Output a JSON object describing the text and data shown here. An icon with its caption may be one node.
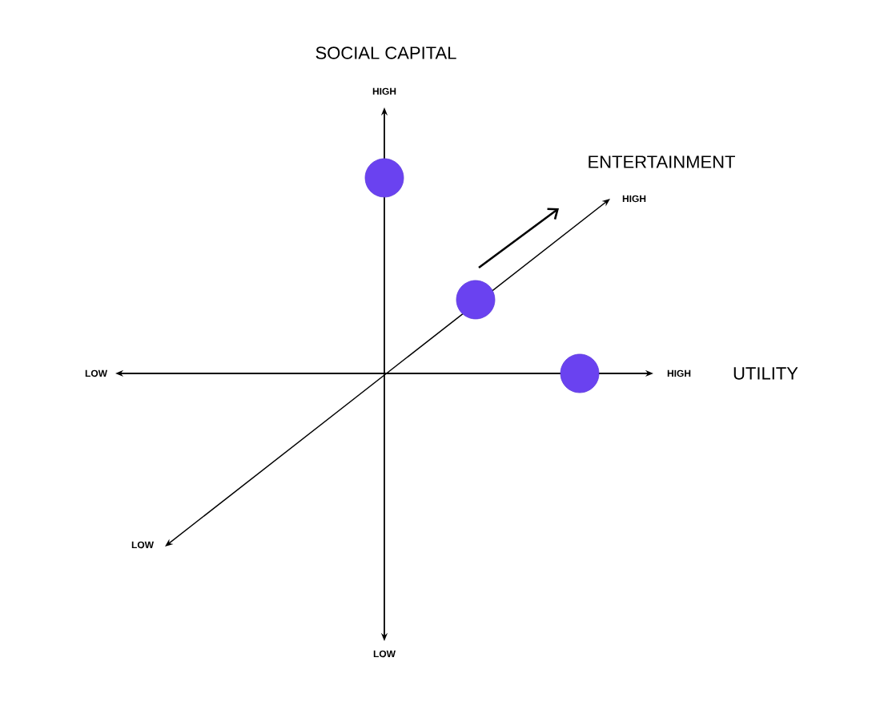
{
  "diagram": {
    "nodes": [
      {
        "text": [],
        "shape": "circle"
      },
      {
        "text": [],
        "shape": "circle"
      },
      {
        "text": [],
        "shape": "circle"
      }
    ],
    "edges": [],
    "labels": [
      "SOCIAL CAPITAL",
      "HIGH",
      "ENTERTAINMENT",
      "HIGH",
      "LOW",
      "HIGH",
      "UTILITY",
      "LOW",
      "LOW"
    ]
  }
}
